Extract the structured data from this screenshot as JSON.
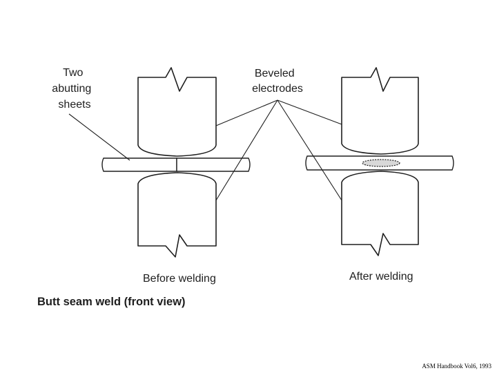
{
  "diagram": {
    "labels": {
      "sheets": [
        "Two",
        "abutting",
        "sheets"
      ],
      "electrodes": [
        "Beveled",
        "electrodes"
      ],
      "before": "Before welding",
      "after": "After welding"
    },
    "caption": "Butt seam weld (front view)"
  },
  "source_credit": "ASM Handbook Vol6, 1993",
  "colors": {
    "line": "#1e1e1e",
    "weld_nugget_fill": "#d8d8d8"
  }
}
